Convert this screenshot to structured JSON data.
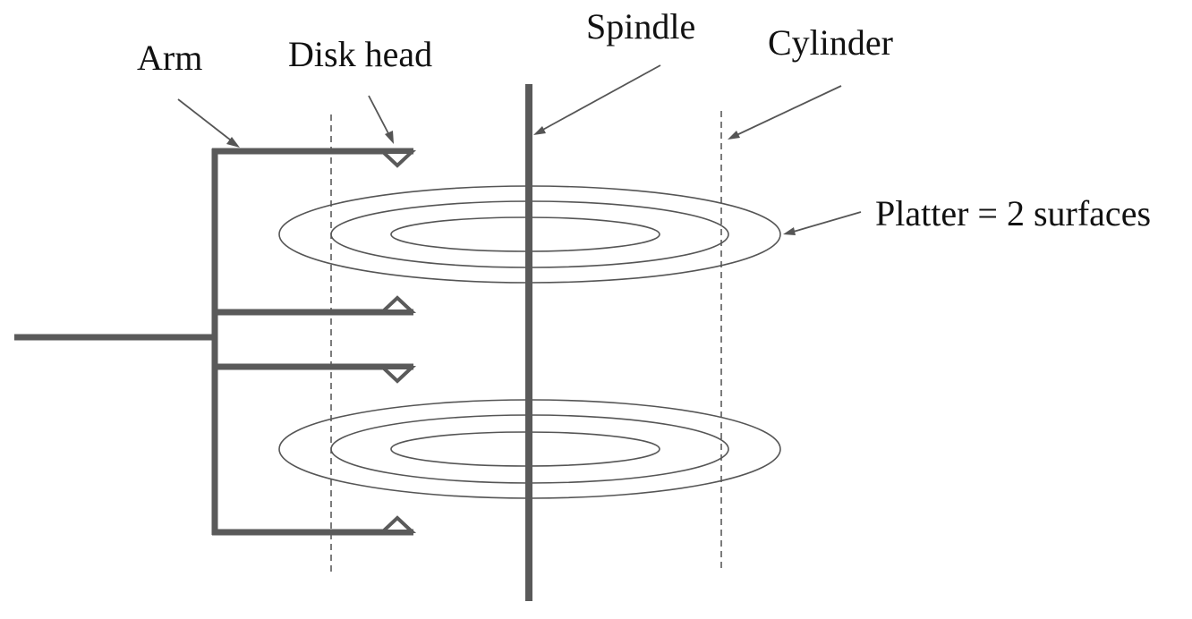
{
  "labels": {
    "arm": "Arm",
    "disk_head": "Disk head",
    "spindle": "Spindle",
    "cylinder": "Cylinder",
    "platter": "Platter = 2 surfaces"
  },
  "colors": {
    "structure": "#5a5a5a",
    "rings": "#555555",
    "text": "#111111",
    "background": "#ffffff"
  }
}
